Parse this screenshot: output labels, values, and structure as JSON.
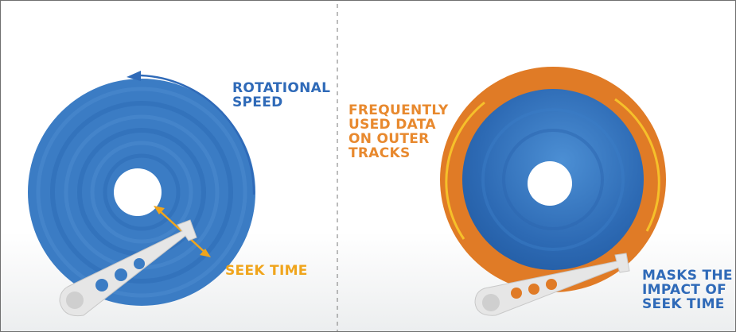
{
  "left_panel": {
    "rotational_speed_label": "ROTATIONAL\nSPEED",
    "seek_time_label": "SEEK TIME"
  },
  "right_panel": {
    "frequently_used_label": "FREQUENTLY\nUSED DATA\nON OUTER\nTRACKS",
    "masks_impact_label": "MASKS THE\nIMPACT OF\nSEEK TIME"
  },
  "colors": {
    "platter_blue": "#3b7cc4",
    "label_blue": "#2f6ab8",
    "outer_track_orange": "#e07b26",
    "highlight_yellow": "#f6c02a",
    "arm_gray": "#e4e4e4"
  }
}
